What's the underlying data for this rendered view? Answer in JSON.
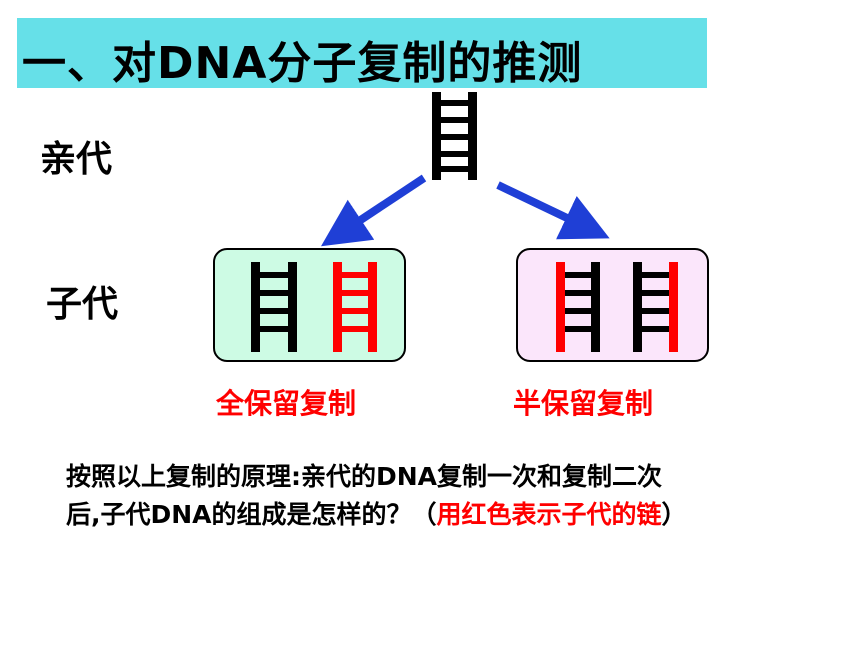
{
  "title": "一、对DNA分子复制的推测",
  "labels": {
    "parent_generation": "亲代",
    "child_generation": "子代"
  },
  "replication_modes": {
    "conservative": "全保留复制",
    "semi_conservative": "半保留复制"
  },
  "question": {
    "line1": "按照以上复制的原理:亲代的DNA复制一次和复制二次",
    "line2": "后,子代DNA的组成是怎样的？（",
    "note": "用红色表示子代的链",
    "close": "）"
  },
  "colors": {
    "title_bg": "#66e0e8",
    "parent_strand": "#000000",
    "new_strand": "#ff0000",
    "arrow": "#1f3fd6",
    "conservative_box_bg": "#cdfbe4",
    "semi_box_bg": "#fbe6fb"
  }
}
